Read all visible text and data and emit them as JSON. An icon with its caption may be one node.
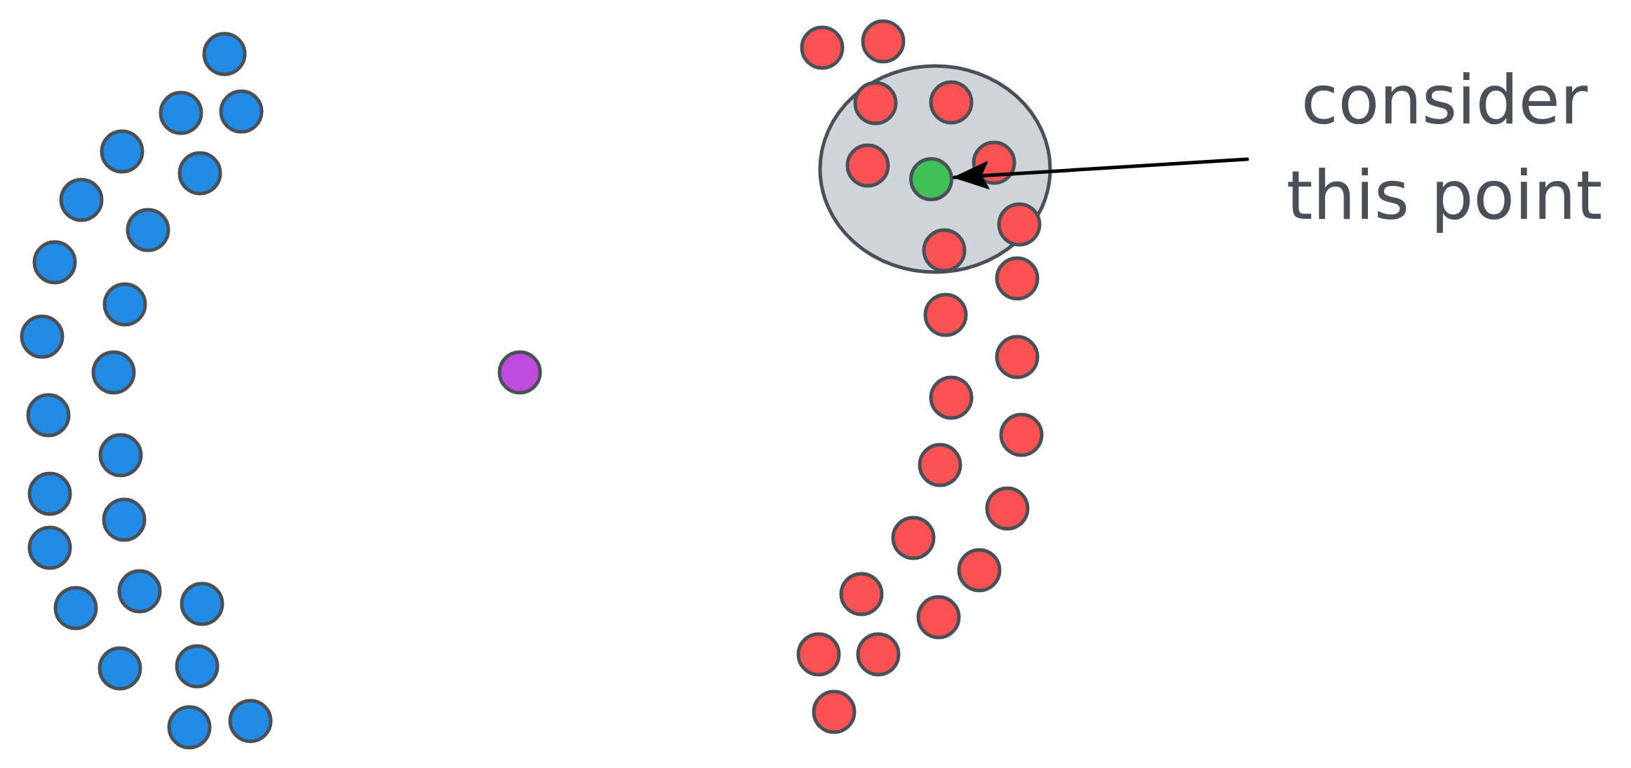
{
  "diagram": {
    "nodes": [
      {
        "text": [
          "consider this point"
        ]
      },
      {
        "text": [],
        "shape": "circle"
      }
    ],
    "edges": [
      {
        "from": 0,
        "to": 1,
        "arrow": "to"
      }
    ]
  }
}
